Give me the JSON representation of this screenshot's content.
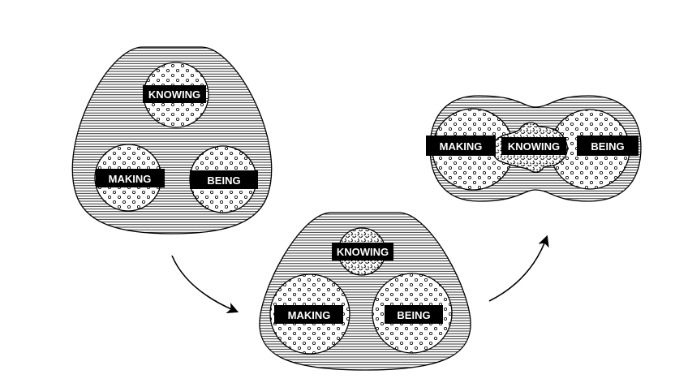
{
  "diagram": {
    "stage1": {
      "knowing": "KNOWING",
      "making": "MAKING",
      "being": "BEING"
    },
    "stage2": {
      "knowing": "KNOWING",
      "making": "MAKING",
      "being": "BEING"
    },
    "stage3": {
      "making": "MAKING",
      "knowing": "KNOWING",
      "being": "BEING"
    }
  }
}
